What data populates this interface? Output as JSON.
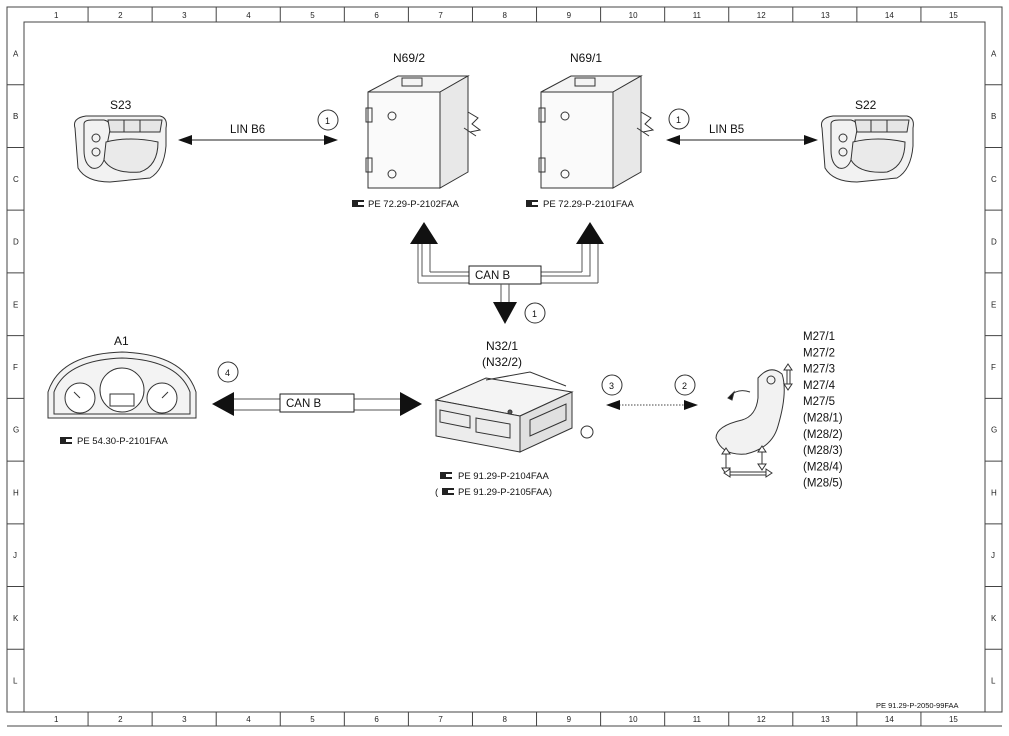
{
  "grid": {
    "columns": [
      "1",
      "2",
      "3",
      "4",
      "5",
      "6",
      "7",
      "8",
      "9",
      "10",
      "11",
      "12",
      "13",
      "14",
      "15"
    ],
    "rows": [
      "A",
      "B",
      "C",
      "D",
      "E",
      "F",
      "G",
      "H",
      "J",
      "K",
      "L"
    ]
  },
  "components": {
    "s23": {
      "label": "S23",
      "icon": "seat-switch-icon"
    },
    "s22": {
      "label": "S22",
      "icon": "seat-switch-icon"
    },
    "n69_2": {
      "label": "N69/2",
      "ref": "PE 72.29-P-2102FAA",
      "icon": "control-unit-icon"
    },
    "n69_1": {
      "label": "N69/1",
      "ref": "PE 72.29-P-2101FAA",
      "icon": "control-unit-icon"
    },
    "a1": {
      "label": "A1",
      "ref": "PE 54.30-P-2101FAA",
      "icon": "instrument-cluster-icon"
    },
    "n32": {
      "label": "N32/1",
      "label_alt": "(N32/2)",
      "ref": "PE 91.29-P-2104FAA",
      "ref_alt_prefix": "(",
      "ref_alt": "PE 91.29-P-2105FAA)",
      "icon": "seat-control-module-icon"
    },
    "motors": {
      "labels": [
        "M27/1",
        "M27/2",
        "M27/3",
        "M27/4",
        "M27/5",
        "(M28/1)",
        "(M28/2)",
        "(M28/3)",
        "(M28/4)",
        "(M28/5)"
      ],
      "icon": "seat-motor-icon"
    }
  },
  "connections": {
    "lin_b6": "LIN B6",
    "lin_b5": "LIN B5",
    "can_b_top": "CAN B",
    "can_b_left": "CAN B"
  },
  "callouts": {
    "c1": "1",
    "c2": "1",
    "c3": "1",
    "c4": "4",
    "c5": "3",
    "c6": "2"
  },
  "footer": {
    "doc_id": "PE 91.29-P-2050-99FAA"
  }
}
